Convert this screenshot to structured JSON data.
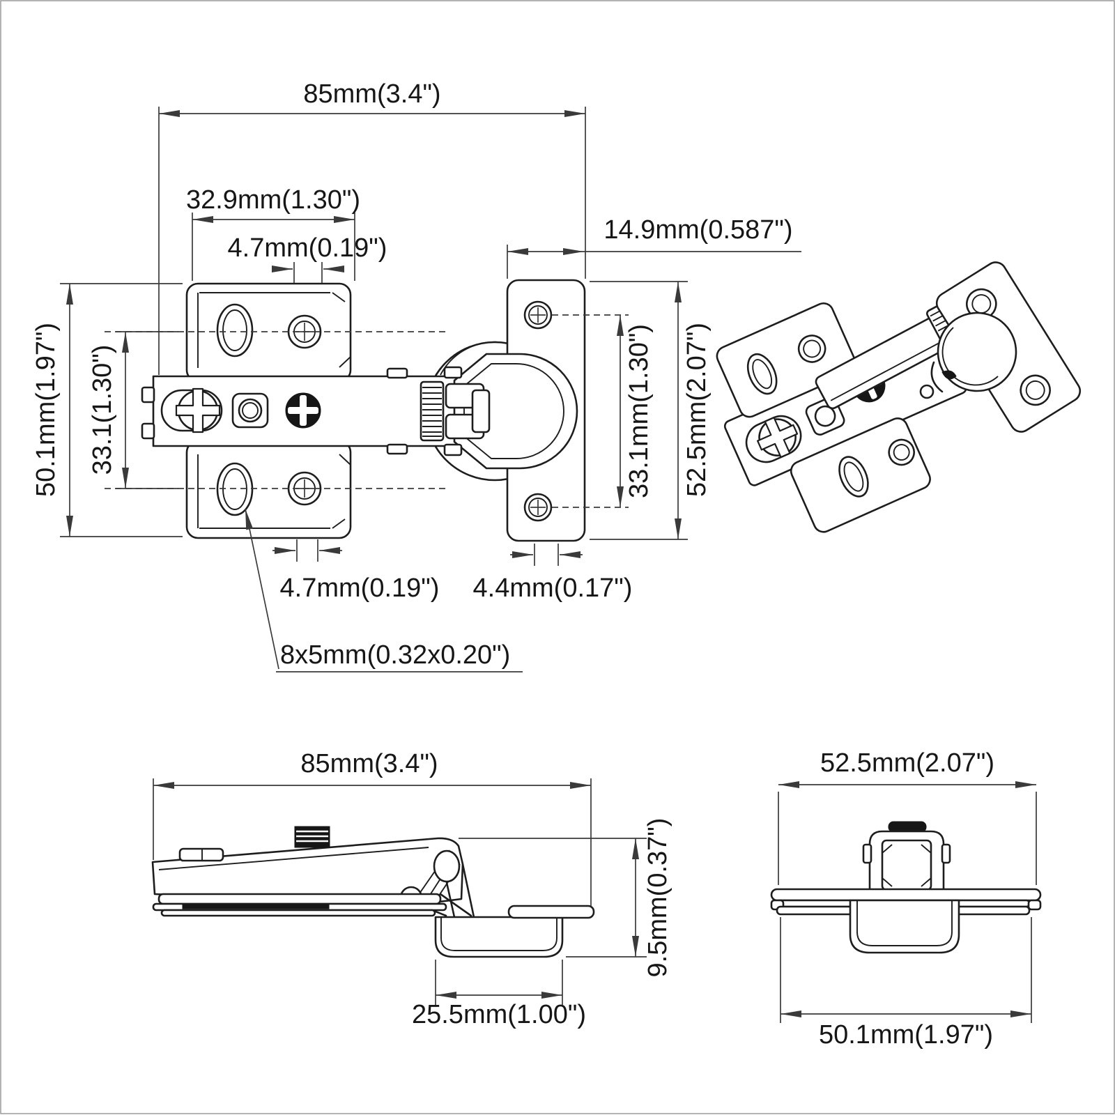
{
  "colors": {
    "line": "#1d1d1d",
    "dim": "#3a3a3a",
    "background": "#ffffff"
  },
  "plan": {
    "overall_width": "85mm(3.4\")",
    "mount_hole_span": "32.9mm(1.30\")",
    "top_slot_offset": "4.7mm(0.19\")",
    "door_wing_width": "14.9mm(0.587\")",
    "base_plate_height": "50.1mm(1.97\")",
    "base_hole_spacing": "33.1(1.30\")",
    "door_hole_spacing": "33.1mm(1.30\")",
    "door_wing_height": "52.5mm(2.07\")",
    "bottom_slot_offset": "4.7mm(0.19\")",
    "door_slot_offset": "4.4mm(0.17\")",
    "slot_size": "8x5mm(0.32x0.20\")"
  },
  "side": {
    "overall_length": "85mm(3.4\")",
    "overall_height": "9.5mm(0.37\")",
    "cup_width": "25.5mm(1.00\")"
  },
  "front": {
    "plate_width": "52.5mm(2.07\")",
    "base_width": "50.1mm(1.97\")"
  }
}
